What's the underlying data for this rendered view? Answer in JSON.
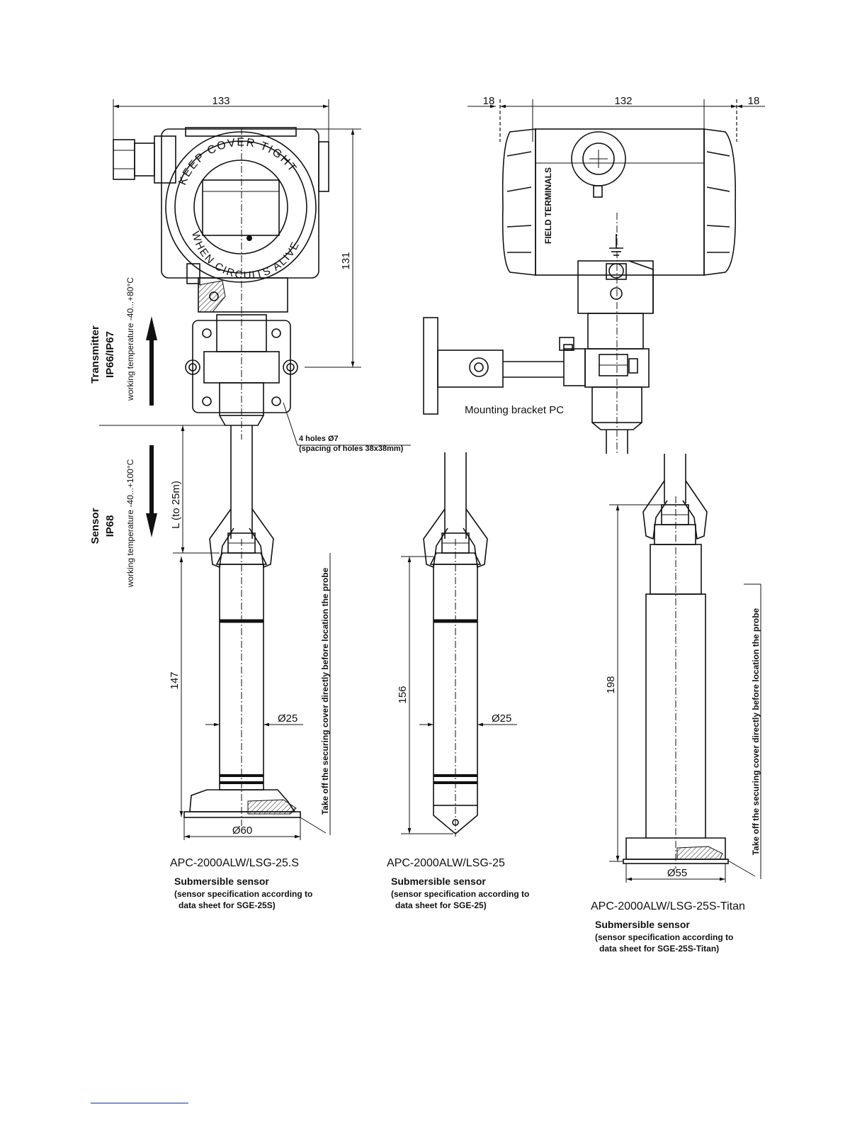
{
  "dimensions": {
    "left_width": "133",
    "right_side_left": "18",
    "right_width": "132",
    "right_side_right": "18",
    "transmitter_height": "131",
    "probe_length_a": "147",
    "probe_length_b": "156",
    "probe_length_c": "198",
    "diameter_a": "Ø25",
    "diameter_b": "Ø25",
    "flange_a": "Ø60",
    "flange_c": "Ø55",
    "cable_length": "L (to 25m)"
  },
  "transmitter_side": {
    "title": "Transmitter",
    "rating": "IP66/IP67",
    "temperature": "working temperature -40...+80°C"
  },
  "sensor_side": {
    "title": "Sensor",
    "rating": "IP68",
    "temperature": "working temperature -40...+100°C"
  },
  "cover_text": {
    "top_1": "KEEP COVER TIGHT",
    "bottom": "WHEN CIRCUITS ALIVE"
  },
  "labels": {
    "field_terminals": "FIELD TERMINALS",
    "mounting_bracket": "Mounting bracket PC",
    "holes_1": "4 holes Ø7",
    "holes_2": "(spacing of holes 38x38mm)",
    "cover_note_a": "Take off the securing cover directly before location the probe",
    "cover_note_c": "Take off the securing cover directly before location the probe"
  },
  "models": [
    {
      "name": "APC-2000ALW/LSG-25.S",
      "type": "Submersible sensor",
      "spec_1": "(sensor specification according to",
      "spec_2": "data sheet for SGE-25S)"
    },
    {
      "name": "APC-2000ALW/LSG-25",
      "type": "Submersible sensor",
      "spec_1": "(sensor specification according to",
      "spec_2": "data sheet for SGE-25)"
    },
    {
      "name": "APC-2000ALW/LSG-25S-Titan",
      "type": "Submersible sensor",
      "spec_1": "(sensor specification according to",
      "spec_2": "data sheet for SGE-25S-Titan)"
    }
  ]
}
